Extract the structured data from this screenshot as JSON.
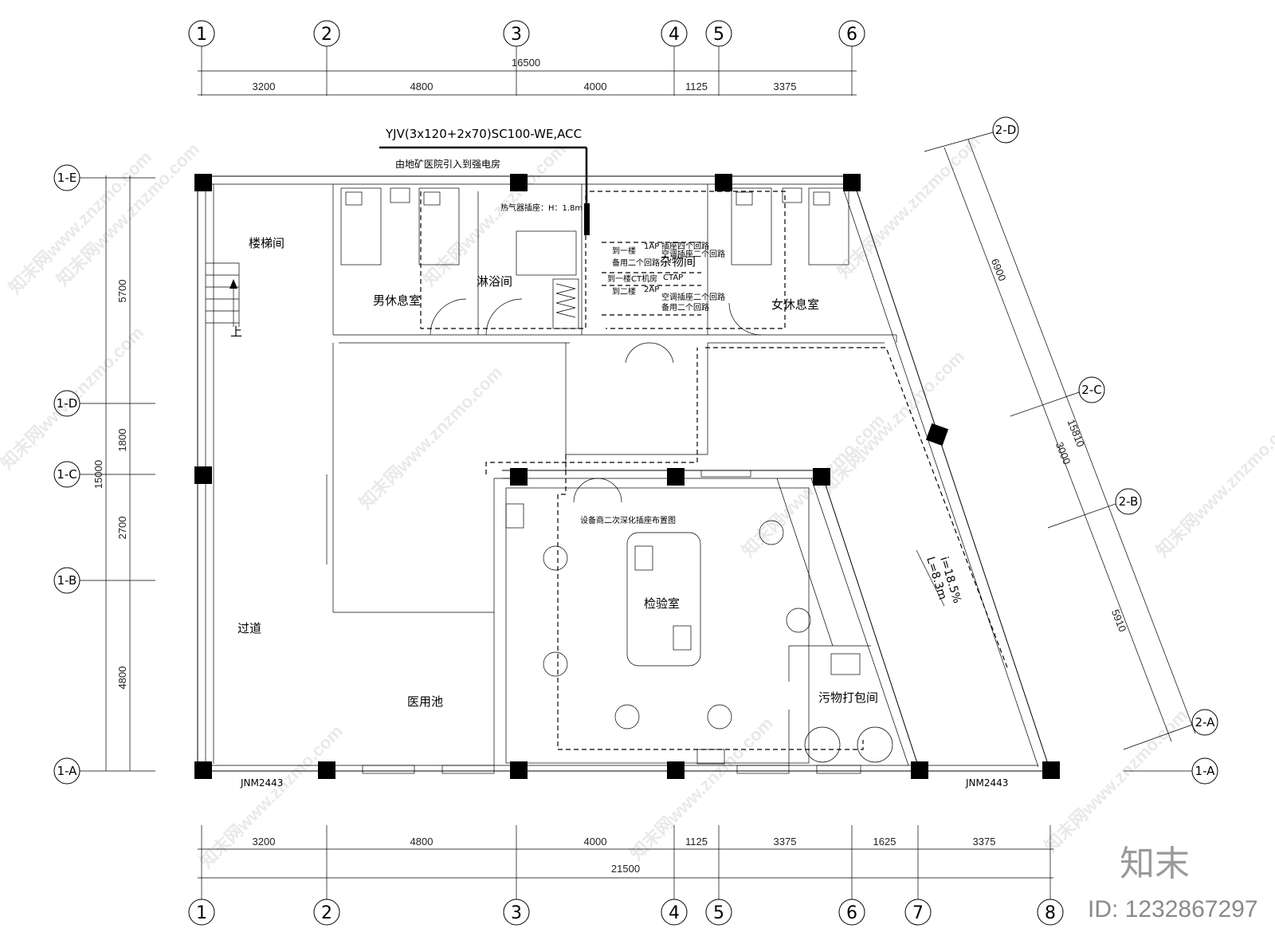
{
  "cable_label": "YJV(3x120+2x70)SC100-WE,ACC",
  "cable_note": "由地矿医院引入到强电房",
  "top_axes": [
    "1",
    "2",
    "3",
    "4",
    "5",
    "6"
  ],
  "bottom_axes": [
    "1",
    "2",
    "3",
    "4",
    "5",
    "6",
    "7",
    "8"
  ],
  "left_axes": [
    "1-E",
    "1-D",
    "1-C",
    "1-B",
    "1-A"
  ],
  "right_axes": [
    "2-D",
    "2-C",
    "2-B",
    "2-A",
    "1-A"
  ],
  "top_dims": {
    "total": "16500",
    "segments": [
      "3200",
      "4800",
      "4000",
      "1125",
      "3375"
    ]
  },
  "bottom_dims": {
    "total": "21500",
    "segments": [
      "3200",
      "4800",
      "4000",
      "1125",
      "3375",
      "1625",
      "3375"
    ]
  },
  "left_dims": {
    "total": "15000",
    "segments": [
      "5700",
      "1800",
      "2700",
      "4800"
    ]
  },
  "right_dims": {
    "total": "15810",
    "segments": [
      "6900",
      "3000",
      "5910"
    ]
  },
  "slope": {
    "i": "i=18.5%",
    "l": "L=8.3m"
  },
  "rooms": {
    "stair": "楼梯间",
    "stair_up": "上",
    "male": "男休息室",
    "shower": "淋浴间",
    "storage": "杂物间",
    "female": "女休息室",
    "corridor": "过道",
    "pool": "医用池",
    "lab": "检验室",
    "waste": "污物打包间"
  },
  "notes": {
    "heater": "热气器插座：H：1.8m",
    "equip": "设备商二次深化插座布置图",
    "door_left": "JNM2443",
    "door_right": "JNM2443"
  },
  "panel": {
    "r1a": "到一楼",
    "r1b": "1AP",
    "r2a": "到一楼CT机房",
    "r2b": "CTAP",
    "r3a": "到二楼",
    "r3b": "2AP",
    "c1": "插座四个回路",
    "c2": "空调插座二个回路",
    "c3": "备用二个回路"
  },
  "brand": {
    "name": "知末",
    "id": "ID: 1232867297"
  },
  "watermark": "知末网www.znzmo.com"
}
